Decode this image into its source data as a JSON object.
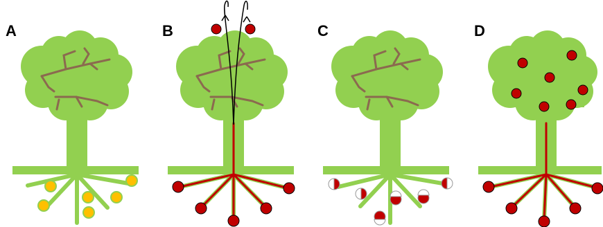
{
  "panels": [
    {
      "label": "A"
    },
    {
      "label": "B"
    },
    {
      "label": "C"
    },
    {
      "label": "D"
    }
  ],
  "colors": {
    "canopy": "#92d050",
    "trunk": "#92d050",
    "branch": "#8b6a4f",
    "red_fill": "#c00000",
    "yellow_fill": "#ffc000",
    "stem_red": "#c00000",
    "arrow": "#000000"
  }
}
